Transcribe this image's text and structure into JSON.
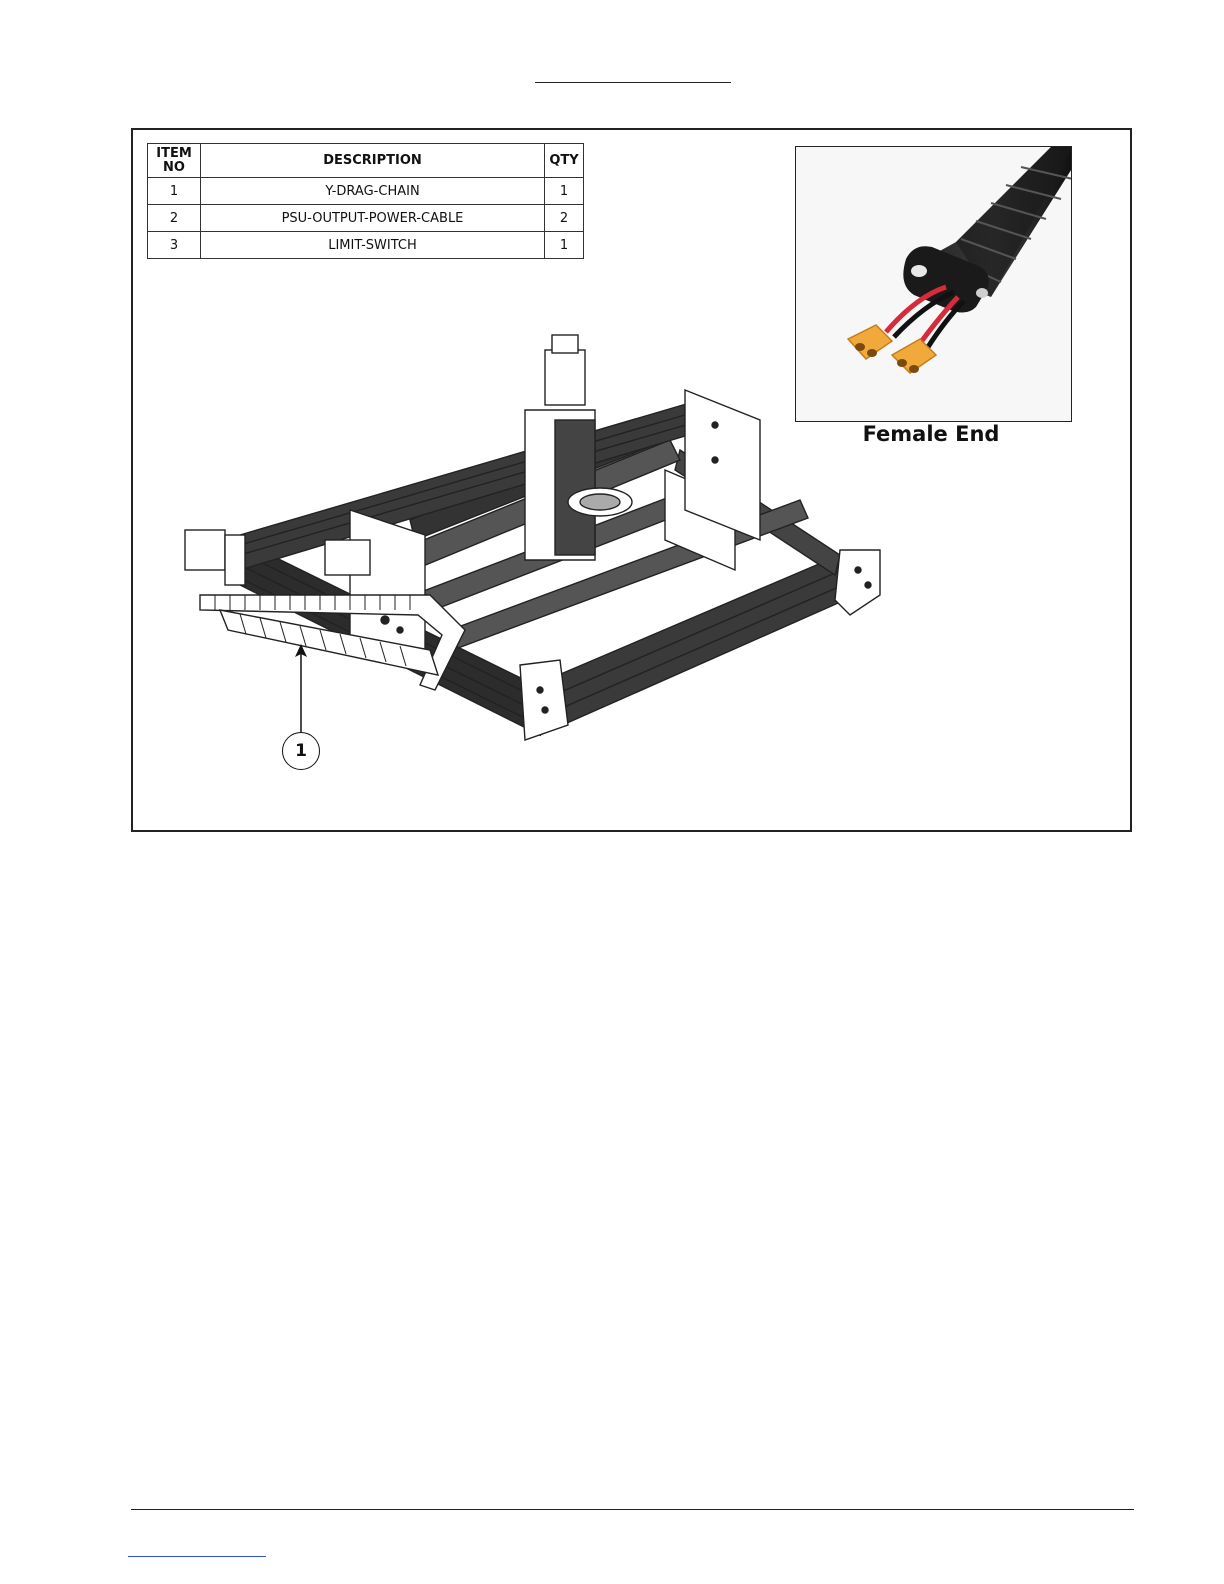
{
  "bom": {
    "headers": {
      "item_no": "ITEM NO",
      "description": "DESCRIPTION",
      "qty": "QTY"
    },
    "rows": [
      {
        "item": "1",
        "description": "Y-DRAG-CHAIN",
        "qty": "1"
      },
      {
        "item": "2",
        "description": "PSU-OUTPUT-POWER-CABLE",
        "qty": "2"
      },
      {
        "item": "3",
        "description": "LIMIT-SWITCH",
        "qty": "1"
      }
    ]
  },
  "inset": {
    "caption": "Female End",
    "connector_color": "#f2a93b",
    "wire_color": "#d62b3a"
  },
  "callouts": [
    {
      "label": "1"
    }
  ]
}
